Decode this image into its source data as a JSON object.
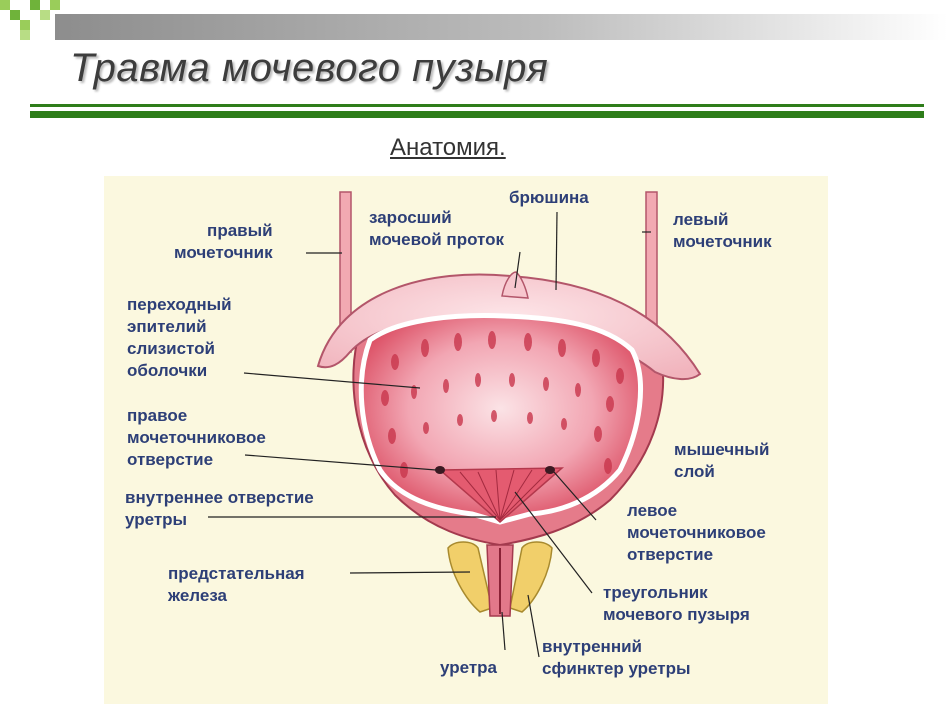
{
  "title": "Травма мочевого пузыря",
  "subtitle": "Анатомия.",
  "colors": {
    "accent_green": "#2e7d1a",
    "label_blue": "#2d3f77",
    "panel_bg": "#fbf8df",
    "mucosa": "#d9445a",
    "peritoneum": "#f4c4cb"
  },
  "labels": {
    "right_ureter": "правый\nмочеточник",
    "urachus": "заросший\nмочевой проток",
    "peritoneum": "брюшина",
    "left_ureter": "левый\nмочеточник",
    "epithelium": "переходный\nэпителий\nслизистой\nоболочки",
    "right_orifice": "правое\nмочеточниковое\nотверстие",
    "muscle": "мышечный\nслой",
    "internal_urethral": "внутреннее отверстие\nуретры",
    "left_orifice": "левое\nмочеточниковое\nотверстие",
    "prostate": "предстательная\nжелеза",
    "trigone": "треугольник\nмочевого пузыря",
    "sphincter": "внутренний\nсфинктер уретры",
    "urethra": "уретра"
  }
}
